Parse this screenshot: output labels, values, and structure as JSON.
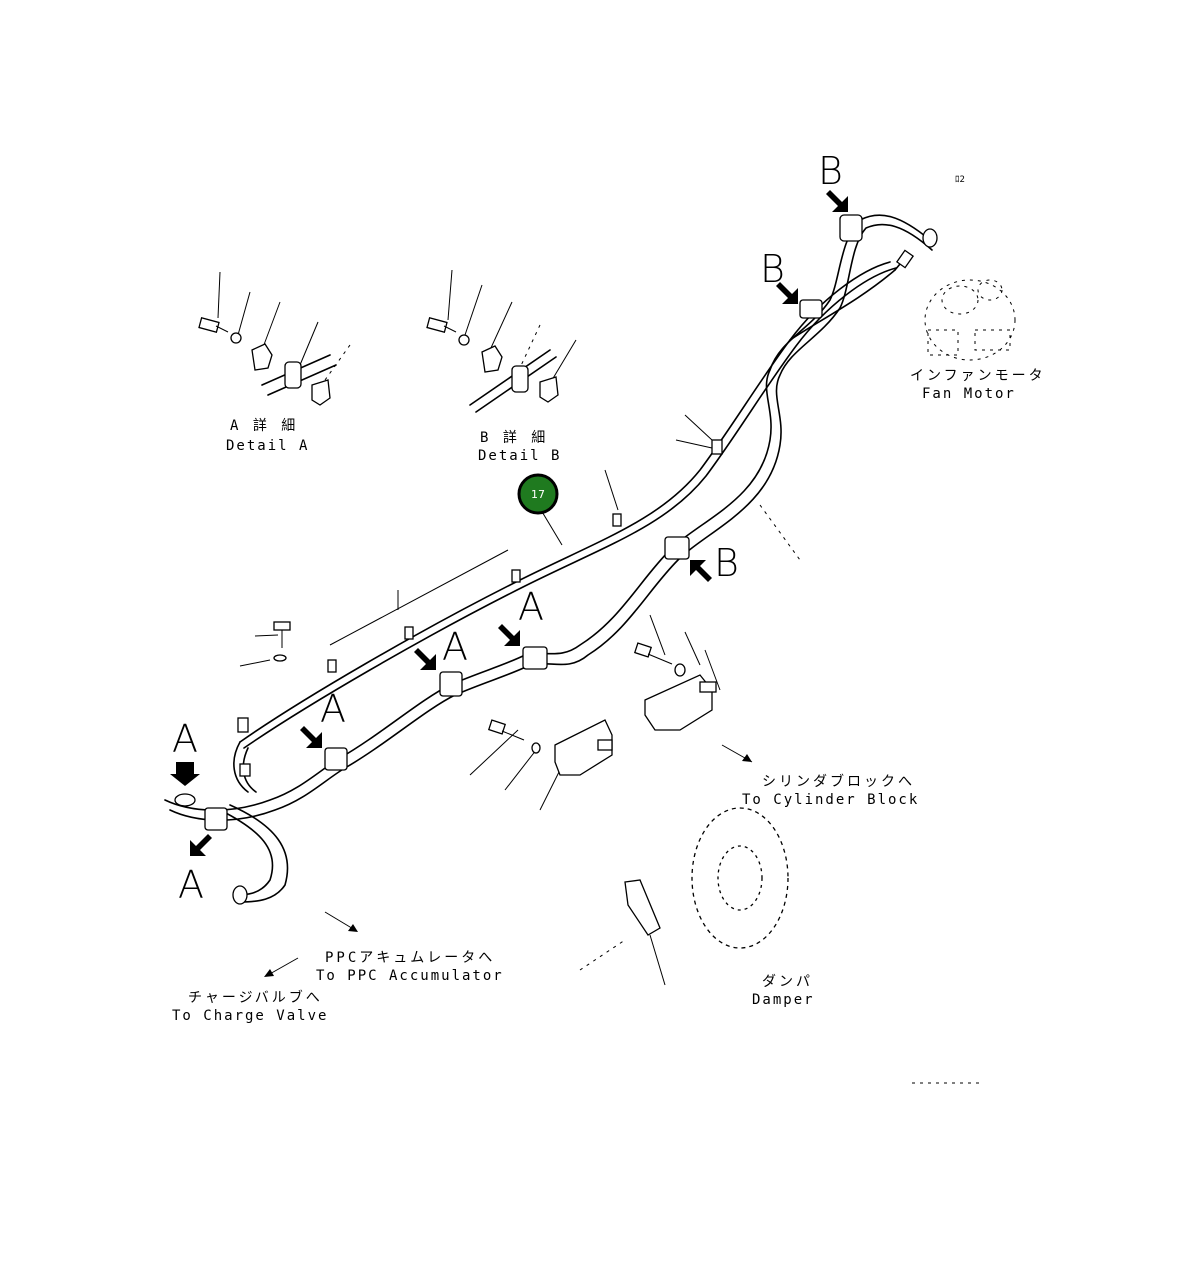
{
  "callout": {
    "number": "17",
    "color": "#1f7a1f"
  },
  "details": {
    "a": {
      "title_jp": "A 詳 細",
      "title_en": "Detail A"
    },
    "b": {
      "title_jp": "B 詳 細",
      "title_en": "Detail B"
    }
  },
  "markers": {
    "a": "A",
    "b": "B"
  },
  "destinations": {
    "fan_motor": {
      "jp": "インファンモータ",
      "en": "Fan Motor"
    },
    "cylinder_block": {
      "jp": "シリンダブロックへ",
      "en": "To Cylinder Block"
    },
    "ppc_accumulator": {
      "jp": "PPCアキュムレータへ",
      "en": "To PPC Accumulator"
    },
    "charge_valve": {
      "jp": "チャージバルブへ",
      "en": "To Charge Valve"
    },
    "damper": {
      "jp": "ダンパ",
      "en": "Damper"
    }
  }
}
